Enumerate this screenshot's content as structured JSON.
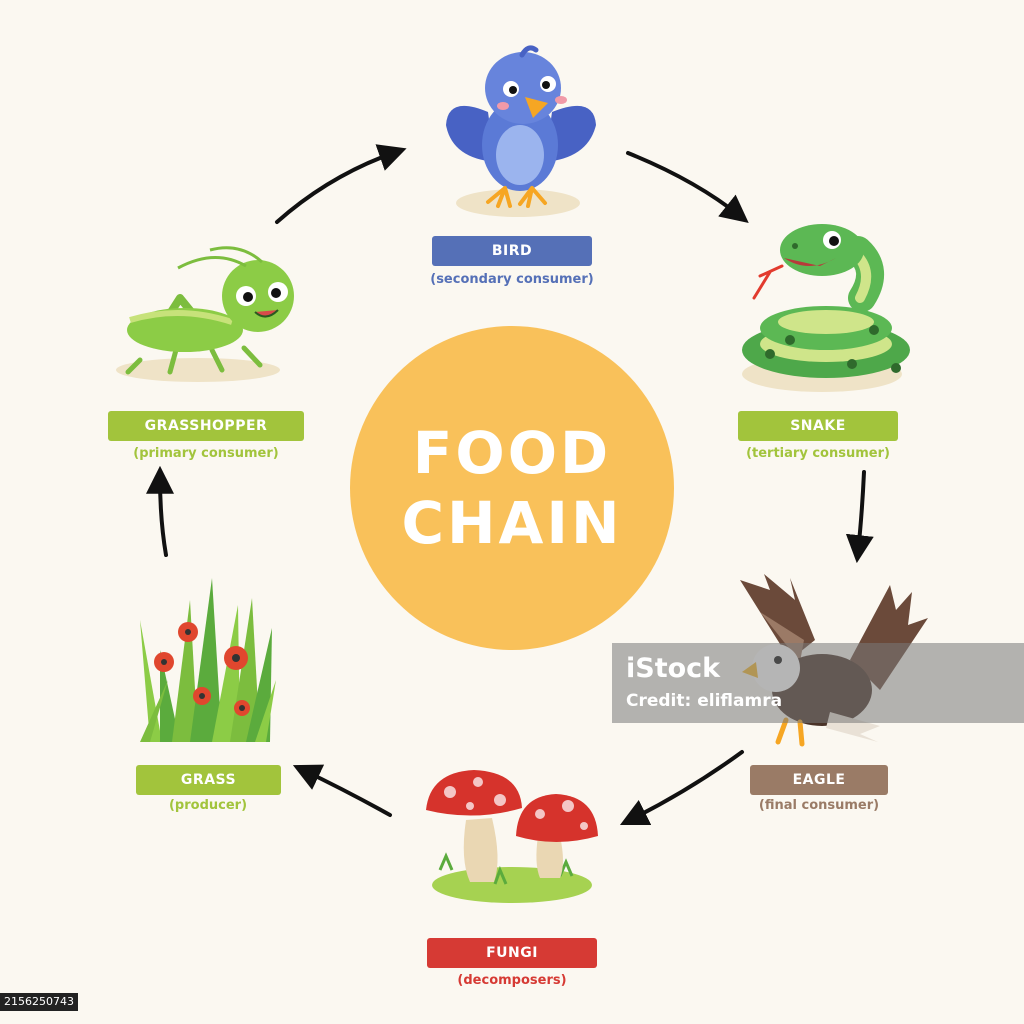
{
  "title": {
    "line1": "FOOD",
    "line2": "CHAIN"
  },
  "nodes": {
    "bird": {
      "label": "BIRD",
      "role": "(secondary consumer)",
      "color": "#5570b7"
    },
    "snake": {
      "label": "SNAKE",
      "role": "(tertiary consumer)",
      "color": "#a2c43c"
    },
    "eagle": {
      "label": "EAGLE",
      "role": "(final consumer)",
      "color": "#9a7b66"
    },
    "fungi": {
      "label": "FUNGI",
      "role": "(decomposers)",
      "color": "#d63a34"
    },
    "grass": {
      "label": "GRASS",
      "role": "(producer)",
      "color": "#a2c43c"
    },
    "grasshopper": {
      "label": "GRASSHOPPER",
      "role": "(primary consumer)",
      "color": "#a2c43c"
    }
  },
  "flow": [
    "grass",
    "grasshopper",
    "bird",
    "snake",
    "eagle",
    "fungi",
    "grass"
  ],
  "icons": [
    "bird-icon",
    "snake-icon",
    "eagle-icon",
    "mushroom-icon",
    "grass-icon",
    "grasshopper-icon"
  ],
  "watermark": {
    "logo": "iStock",
    "credit": "Credit: eliflamra"
  },
  "stock_id": "2156250743"
}
